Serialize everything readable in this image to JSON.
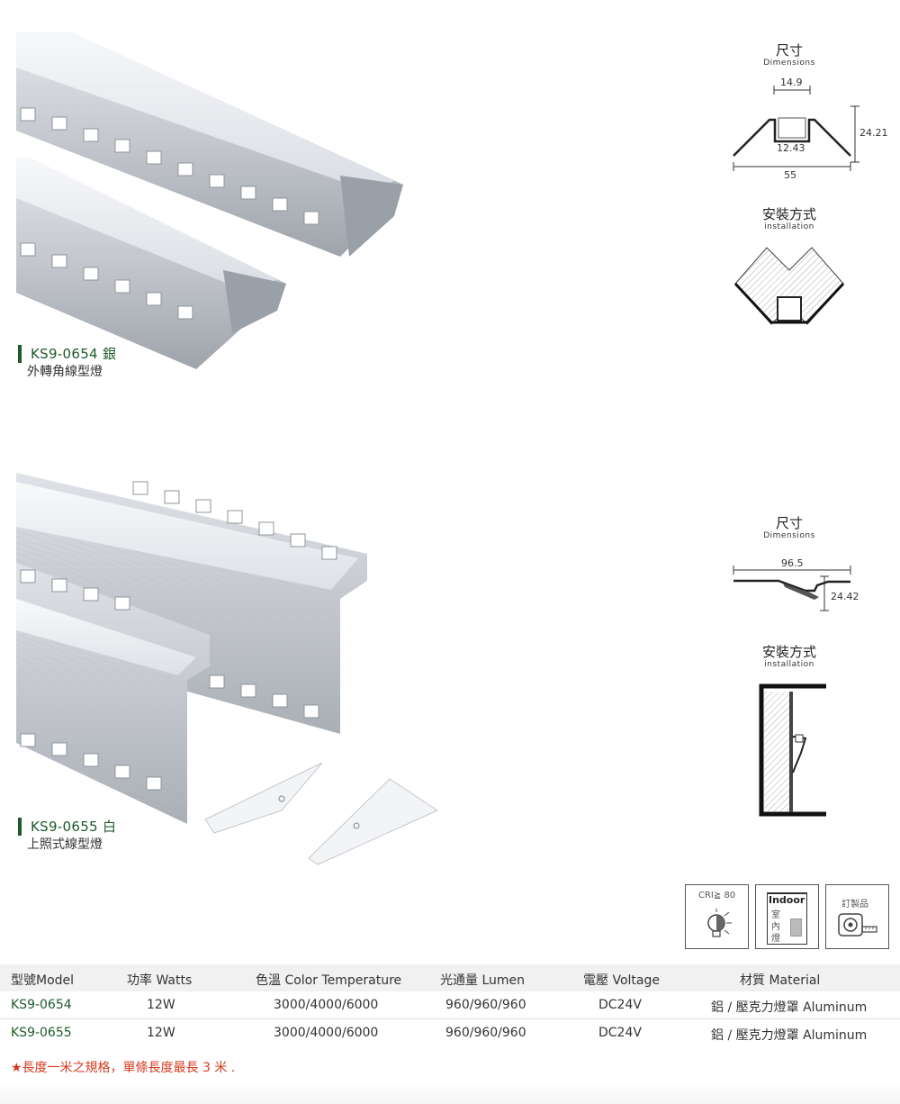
{
  "products": [
    {
      "code": "KS9-0654 銀",
      "name": "外轉角線型燈",
      "dimensions_zh": "尺寸",
      "dimensions_en": "Dimensions",
      "dim_top": "14.9",
      "dim_inner": "12.43",
      "dim_bottom": "55",
      "dim_height": "24.21",
      "install_zh": "安裝方式",
      "install_en": "installation"
    },
    {
      "code": "KS9-0655 白",
      "name": "上照式線型燈",
      "dimensions_zh": "尺寸",
      "dimensions_en": "Dimensions",
      "dim_width": "96.5",
      "dim_height": "24.42",
      "install_zh": "安裝方式",
      "install_en": "installation"
    }
  ],
  "badges": {
    "cri": "CRI≧ 80",
    "indoor_en": "Indoor",
    "indoor_zh_1": "室",
    "indoor_zh_2": "內",
    "indoor_zh_3": "燈",
    "custom": "訂製品"
  },
  "table": {
    "headers": [
      "型號Model",
      "功率 Watts",
      "色溫 Color Temperature",
      "光通量 Lumen",
      "電壓 Voltage",
      "材質 Material"
    ],
    "rows": [
      [
        "KS9-0654",
        "12W",
        "3000/4000/6000",
        "960/960/960",
        "DC24V",
        "鋁 / 壓克力燈罩 Aluminum"
      ],
      [
        "KS9-0655",
        "12W",
        "3000/4000/6000",
        "960/960/960",
        "DC24V",
        "鋁 / 壓克力燈罩 Aluminum"
      ]
    ]
  },
  "note": "★長度一米之規格，單條長度最長 3 米 .",
  "colors": {
    "brand_green": "#1e5a2a",
    "note_red": "#d63a1f",
    "table_header_bg": "#f1f1f1"
  }
}
